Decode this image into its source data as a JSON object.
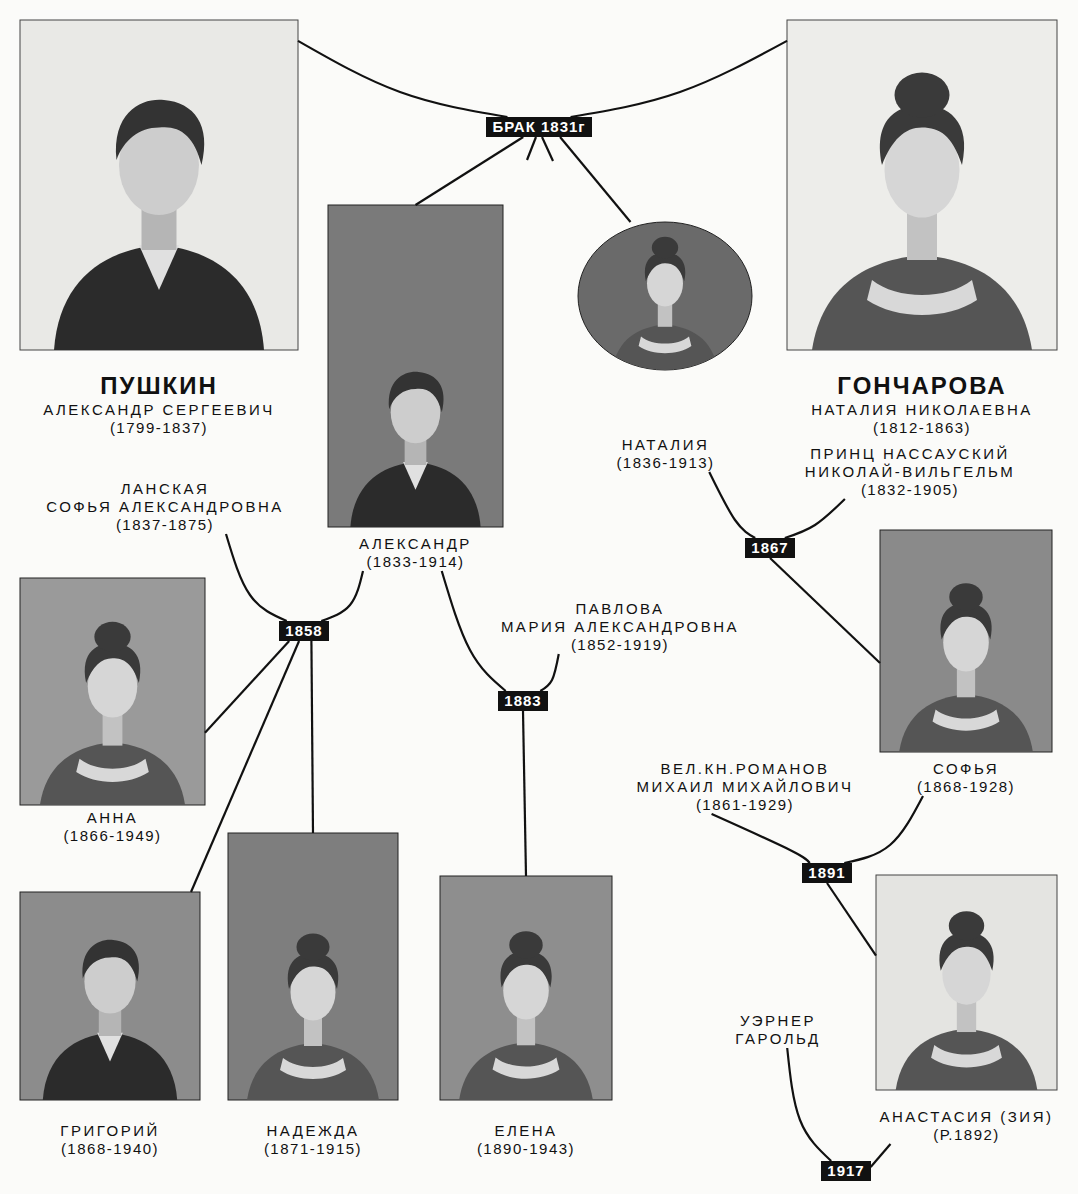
{
  "diagram": {
    "nodes": [
      {
        "text": [
          "ПУШКИН",
          "АЛЕКСАНДР СЕРГЕЕВИЧ",
          "(1799-1837)"
        ]
      },
      {
        "text": [
          "БРАК 1831г"
        ]
      },
      {
        "text": [
          "ГОНЧАРОВА",
          "НАТАЛИЯ НИКОЛАЕВНА",
          "(1812-1863)"
        ]
      },
      {
        "text": [
          "АЛЕКСАНДР",
          "(1833-1914)"
        ]
      },
      {
        "text": [
          "НАТАЛИЯ",
          "(1836-1913)"
        ]
      },
      {
        "text": [
          "ЛАНСКАЯ",
          "СОФЬЯ АЛЕКСАНДРОВНА",
          "(1837-1875)"
        ]
      },
      {
        "text": [
          "ПРИНЦ НАССАУСКИЙ",
          "НИКОЛАЙ-ВИЛЬГЕЛЬМ",
          "(1832-1905)"
        ]
      },
      {
        "text": [
          "1867"
        ]
      },
      {
        "text": [
          "1858"
        ]
      },
      {
        "text": [
          "ПАВЛОВА",
          "МАРИЯ АЛЕКСАНДРОВНА",
          "(1852-1919)"
        ]
      },
      {
        "text": [
          "1883"
        ]
      },
      {
        "text": [
          "СОФЬЯ",
          "(1868-1928)"
        ]
      },
      {
        "text": [
          "АННА",
          "(1866-1949)"
        ]
      },
      {
        "text": [
          "ВЕЛ.КН.РОМАНОВ",
          "МИХАИЛ МИХАЙЛОВИЧ",
          "(1861-1929)"
        ]
      },
      {
        "text": [
          "1891"
        ]
      },
      {
        "text": [
          "ГРИГОРИЙ",
          "(1868-1940)"
        ]
      },
      {
        "text": [
          "НАДЕЖДА",
          "(1871-1915)"
        ]
      },
      {
        "text": [
          "ЕЛЕНА",
          "(1890-1943)"
        ]
      },
      {
        "text": [
          "УЭРНЕР ГАРОЛЬД"
        ]
      },
      {
        "text": [
          "АНАСТАСИЯ (ЗИЯ)",
          "(Р.1892)"
        ]
      },
      {
        "text": [
          "1917"
        ]
      }
    ],
    "edges": [
      {
        "from": 0,
        "to": 1,
        "arrow": "none"
      },
      {
        "from": 2,
        "to": 1,
        "arrow": "none"
      },
      {
        "from": 1,
        "to": 3,
        "arrow": "none"
      },
      {
        "from": 1,
        "to": 4,
        "arrow": "none"
      },
      {
        "from": 5,
        "to": 8,
        "arrow": "none"
      },
      {
        "from": 3,
        "to": 8,
        "arrow": "none"
      },
      {
        "from": 8,
        "to": 12,
        "arrow": "none"
      },
      {
        "from": 8,
        "to": 15,
        "arrow": "none"
      },
      {
        "from": 8,
        "to": 16,
        "arrow": "none"
      },
      {
        "from": 3,
        "to": 10,
        "arrow": "none"
      },
      {
        "from": 9,
        "to": 10,
        "arrow": "none"
      },
      {
        "from": 10,
        "to": 17,
        "arrow": "none"
      },
      {
        "from": 4,
        "to": 7,
        "arrow": "none"
      },
      {
        "from": 6,
        "to": 7,
        "arrow": "none"
      },
      {
        "from": 7,
        "to": 11,
        "arrow": "none"
      },
      {
        "from": 13,
        "to": 14,
        "arrow": "none"
      },
      {
        "from": 11,
        "to": 14,
        "arrow": "none"
      },
      {
        "from": 14,
        "to": 19,
        "arrow": "none"
      },
      {
        "from": 18,
        "to": 20,
        "arrow": "none"
      },
      {
        "from": 19,
        "to": 20,
        "arrow": "none"
      }
    ]
  }
}
